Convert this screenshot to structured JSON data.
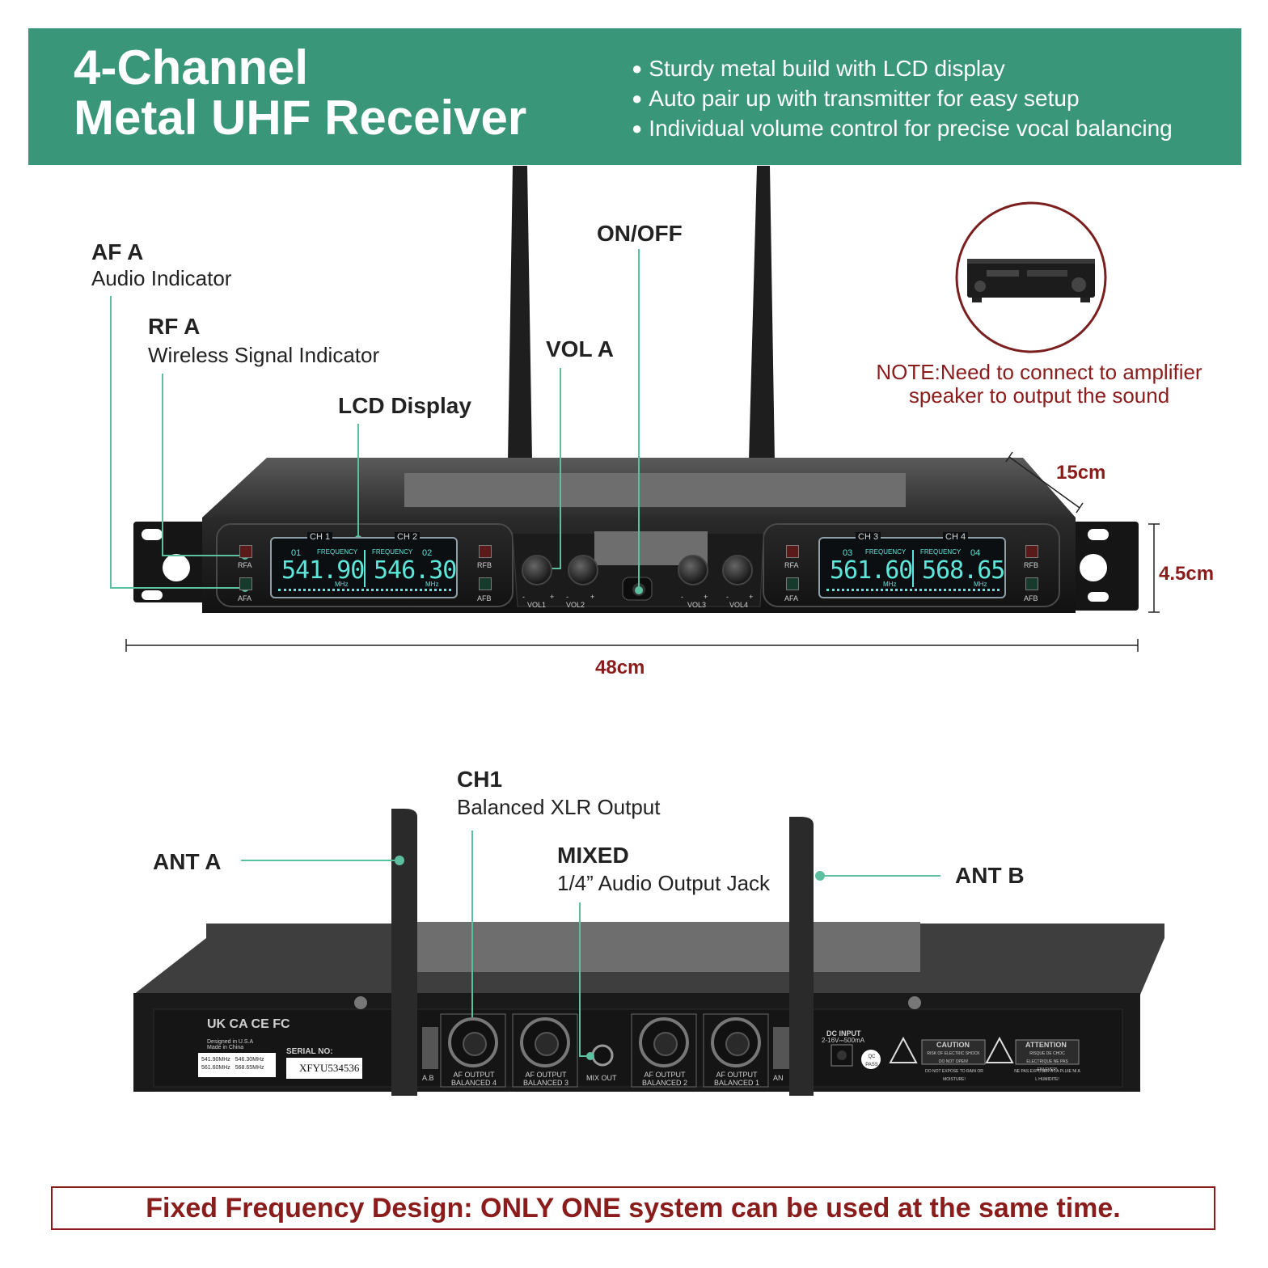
{
  "header": {
    "title_line1": "4-Channel",
    "title_line2": "Metal UHF Receiver",
    "bullets": [
      "Sturdy metal build with LCD display",
      "Auto pair up with transmitter for easy setup",
      "Individual volume control for precise vocal balancing"
    ]
  },
  "front_callouts": {
    "af_a": {
      "title": "AF A",
      "subtitle": "Audio Indicator"
    },
    "rf_a": {
      "title": "RF A",
      "subtitle": "Wireless Signal Indicator"
    },
    "lcd": {
      "title": "LCD Display"
    },
    "vol_a": {
      "title": "VOL A"
    },
    "on_off": {
      "title": "ON/OFF"
    }
  },
  "note": {
    "line1": "NOTE:Need to connect to amplifier",
    "line2": "speaker to output the sound"
  },
  "dimensions": {
    "depth": "15cm",
    "height": "4.5cm",
    "width": "48cm"
  },
  "front_panel": {
    "left_display": {
      "ch_a": "CH 1",
      "ch_b": "CH 2",
      "freq_a": "541.90",
      "freq_b": "546.30",
      "idx_a": "01",
      "idx_b": "02",
      "frequency_label": "FREQUENCY",
      "unit": "MHz"
    },
    "right_display": {
      "ch_a": "CH 3",
      "ch_b": "CH 4",
      "freq_a": "561.60",
      "freq_b": "568.65",
      "idx_a": "03",
      "idx_b": "04",
      "frequency_label": "FREQUENCY",
      "unit": "MHz"
    },
    "indicators": {
      "rfa": "RFA",
      "afa": "AFA",
      "rfb": "RFB",
      "afb": "AFB"
    },
    "knobs": [
      "VOL1",
      "VOL2",
      "VOL3",
      "VOL4"
    ],
    "minus": "-",
    "plus": "+"
  },
  "rear_callouts": {
    "ant_a": {
      "title": "ANT A"
    },
    "ch1": {
      "title": "CH1",
      "subtitle": "Balanced XLR Output"
    },
    "mixed": {
      "title": "MIXED",
      "subtitle": "1/4” Audio Output Jack"
    },
    "ant_b": {
      "title": "ANT B"
    }
  },
  "rear_panel": {
    "marks": "UK CA CE FC",
    "designed": "Designed in U.S.A",
    "made": "Made in China",
    "freq_table": [
      "541.90MHz",
      "546.30MHz",
      "561.60MHz",
      "568.65MHz"
    ],
    "serial_label": "SERIAL NO:",
    "serial_value": "XFYU534536",
    "outputs": [
      "AF OUTPUT BALANCED 4",
      "AF OUTPUT BALANCED 3",
      "AF OUTPUT BALANCED 2",
      "AF OUTPUT BALANCED 1"
    ],
    "mix_out": "MIX OUT",
    "dc_input": "DC INPUT",
    "dc_spec": "2-16V⎓500mA",
    "qc": "QC PASS",
    "caution_title": "CAUTION",
    "caution_text": "RISK OF ELECTRIC SHOCK DO NOT OPEN!",
    "caution_sub": "DO NOT EXPOSE TO RAIN OR MOISTURE!",
    "attention_title": "ATTENTION",
    "attention_text": "RISQUE DE CHOC ELECTRIQUE NE PAS ENLEVER!",
    "attention_sub": "NE PAS EXPOSER A LA PLUIE NI A L HUMIDITE!",
    "ant_left": "A.B",
    "ant_right": "AN"
  },
  "footer": {
    "text": "Fixed Frequency Design: ONLY ONE system can be used at the same time."
  },
  "colors": {
    "brand_green": "#3a9678",
    "callout_green": "#5cc0a0",
    "note_red": "#8a1c1c",
    "lcd_cyan": "#5ee6da"
  }
}
